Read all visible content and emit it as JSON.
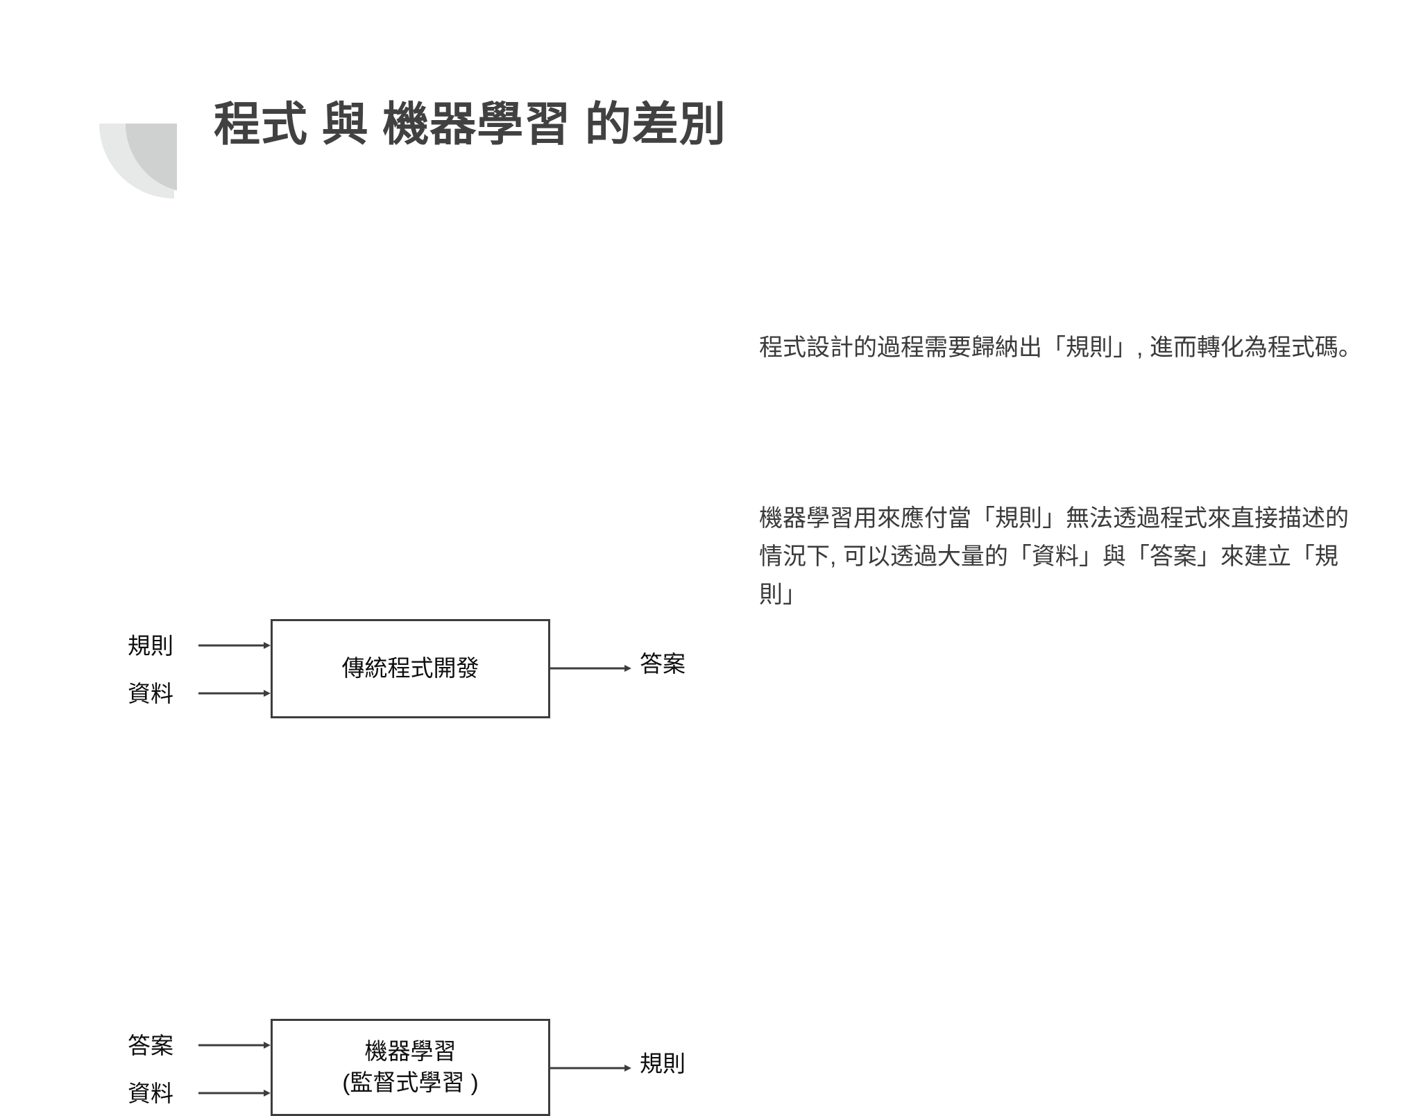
{
  "slide": {
    "title": "程式 與 機器學習 的差別",
    "background_color": "#ffffff",
    "title_color": "#414141",
    "decoration": {
      "back_shape_color": "#e7e8e8",
      "front_shape_color": "#cfd0d0"
    }
  },
  "diagrams": [
    {
      "id": "traditional",
      "inputs": [
        "規則",
        "資料"
      ],
      "process": "傳統程式開發",
      "output": "答案",
      "description": "程式設計的過程需要歸納出「規則」, 進而轉化為程式碼。"
    },
    {
      "id": "machine-learning",
      "inputs": [
        "答案",
        "資料"
      ],
      "process": "機器學習\n(監督式學習 )",
      "output": "規則",
      "description": "機器學習用來應付當「規則」無法透過程式來直接描述的情況下, 可以透過大量的「資料」與「答案」來建立「規則」"
    }
  ],
  "style": {
    "box_border_color": "#3d3d3d",
    "arrow_color": "#3d3d3d",
    "label_color": "#0d0d0d",
    "description_color": "#3a3a3a"
  }
}
